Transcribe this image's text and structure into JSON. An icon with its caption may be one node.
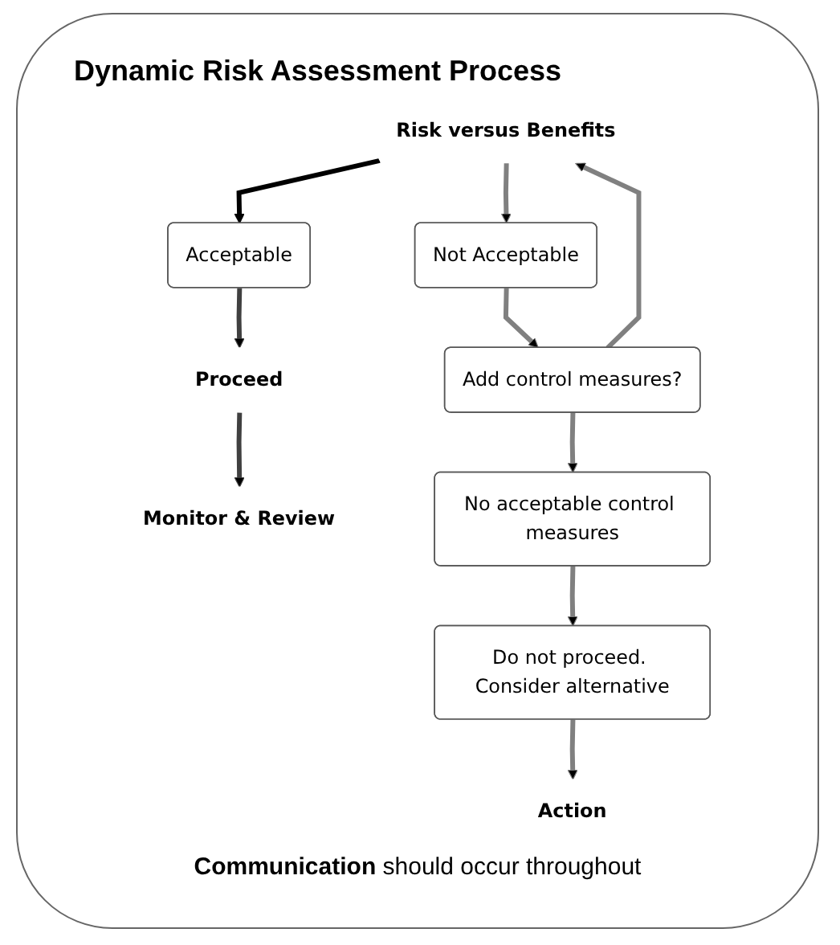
{
  "diagram": {
    "title": "Dynamic Risk Assessment Process",
    "caption": "**Communication** should occur throughout",
    "nodes": [
      {
        "text": [
          "Monitor & Review"
        ]
      },
      {
        "text": [
          "Action"
        ]
      },
      {
        "text": [
          "Risk versus Benefits"
        ]
      },
      {
        "text": [
          "Not Acceptable"
        ]
      },
      {
        "text": [
          "Acceptable"
        ]
      },
      {
        "text": [
          "Add control measures?"
        ]
      },
      {
        "text": [
          "No acceptable control measures"
        ]
      },
      {
        "text": [
          "Do not proceed. Consider alternative"
        ]
      },
      {
        "text": [
          "Proceed"
        ]
      }
    ],
    "edges": [
      {
        "from": 2,
        "to": 3,
        "arrow": "to"
      },
      {
        "from": 2,
        "to": 4,
        "arrow": "to",
        "color": "#000000"
      },
      {
        "from": 3,
        "to": 5,
        "arrow": "to"
      },
      {
        "from": 5,
        "to": 2,
        "arrow": "to"
      },
      {
        "from": 5,
        "to": 6,
        "arrow": "to"
      },
      {
        "from": 6,
        "to": 7,
        "arrow": "to"
      },
      {
        "from": 7,
        "to": 1,
        "arrow": "to"
      },
      {
        "from": 4,
        "to": 8,
        "arrow": "to",
        "color": "#404040"
      },
      {
        "from": 8,
        "to": 0,
        "arrow": "to",
        "color": "#404040"
      }
    ]
  }
}
